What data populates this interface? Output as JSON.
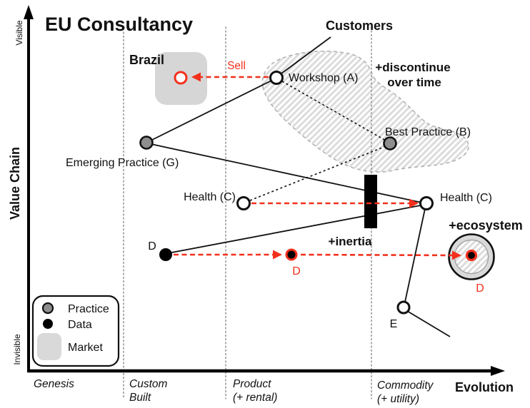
{
  "title": "EU Consultancy",
  "y_axis": {
    "label": "Value Chain",
    "top": "Visible",
    "bottom": "Invisible"
  },
  "x_axis": {
    "label": "Evolution",
    "stages": [
      {
        "line1": "Genesis",
        "line2": ""
      },
      {
        "line1": "Custom",
        "line2": "Built"
      },
      {
        "line1": "Product",
        "line2": "(+ rental)"
      },
      {
        "line1": "Commodity",
        "line2": "(+ utility)"
      }
    ]
  },
  "nodes": {
    "workshop": {
      "label": "Workshop (A)"
    },
    "best_practice": {
      "label": "Best Practice (B)"
    },
    "emerging_practice": {
      "label": "Emerging Practice (G)"
    },
    "health_left": {
      "label": "Health (C)"
    },
    "health_right": {
      "label": "Health (C)"
    },
    "d_origin": {
      "label": "D"
    },
    "d_moved": {
      "label": "D"
    },
    "d_ecosystem": {
      "label": "D"
    },
    "e": {
      "label": "E"
    }
  },
  "annotations": {
    "customers": "Customers",
    "brazil": "Brazil",
    "sell": "Sell",
    "discontinue_line1": "+discontinue",
    "discontinue_line2": "over time",
    "inertia": "+inertia",
    "ecosystem": "+ecosystem"
  },
  "legend": {
    "items": [
      {
        "label": "Practice"
      },
      {
        "label": "Data"
      },
      {
        "label": "Market"
      }
    ]
  },
  "colors": {
    "movement_red": "#f3301d",
    "practice_gray": "#8e8e8e",
    "market_gray": "#d6d6d6",
    "hatch_gray": "#dcdcdc"
  }
}
